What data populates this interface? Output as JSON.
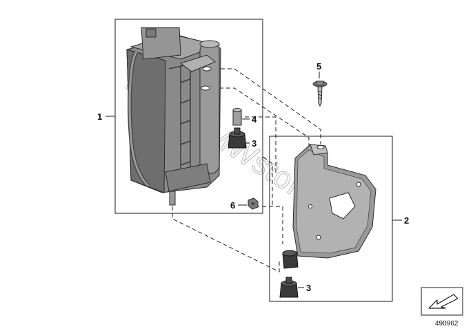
{
  "diagram": {
    "callouts": [
      "1",
      "2",
      "3",
      "3",
      "4",
      "5",
      "6"
    ],
    "diagram_number": "490962",
    "watermark": "www.BMWstore.pl"
  },
  "colors": {
    "line": "#1a1a1a",
    "part_dark": "#4a4a4a",
    "part_mid": "#7a7a7a",
    "part_light": "#a8a8a8",
    "watermark": "#b8b8b8"
  }
}
